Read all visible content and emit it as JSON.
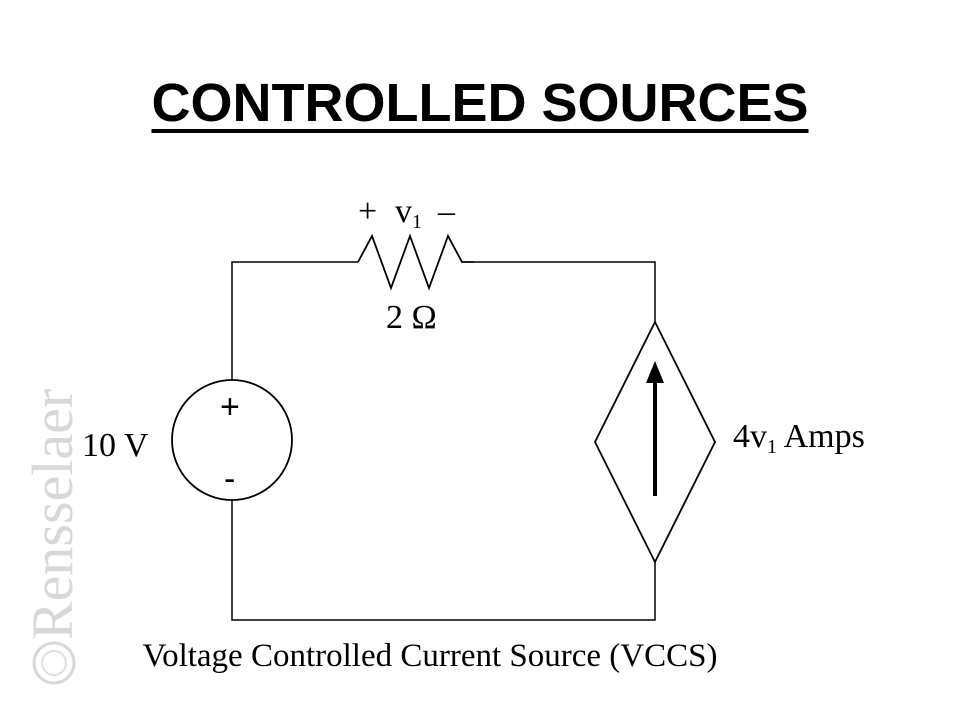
{
  "title": "CONTROLLED SOURCES",
  "resistor": {
    "value_label": "2 Ω",
    "voltage_plus": "+",
    "voltage_var": "v",
    "voltage_sub": "1",
    "voltage_minus": "–"
  },
  "voltage_source": {
    "label": "10 V",
    "plus": "+",
    "minus": "-"
  },
  "dependent_source": {
    "label_prefix": "4v",
    "label_sub": "1",
    "label_suffix": " Amps"
  },
  "caption": "Voltage Controlled Current Source (VCCS)",
  "watermark": "Rensselaer"
}
